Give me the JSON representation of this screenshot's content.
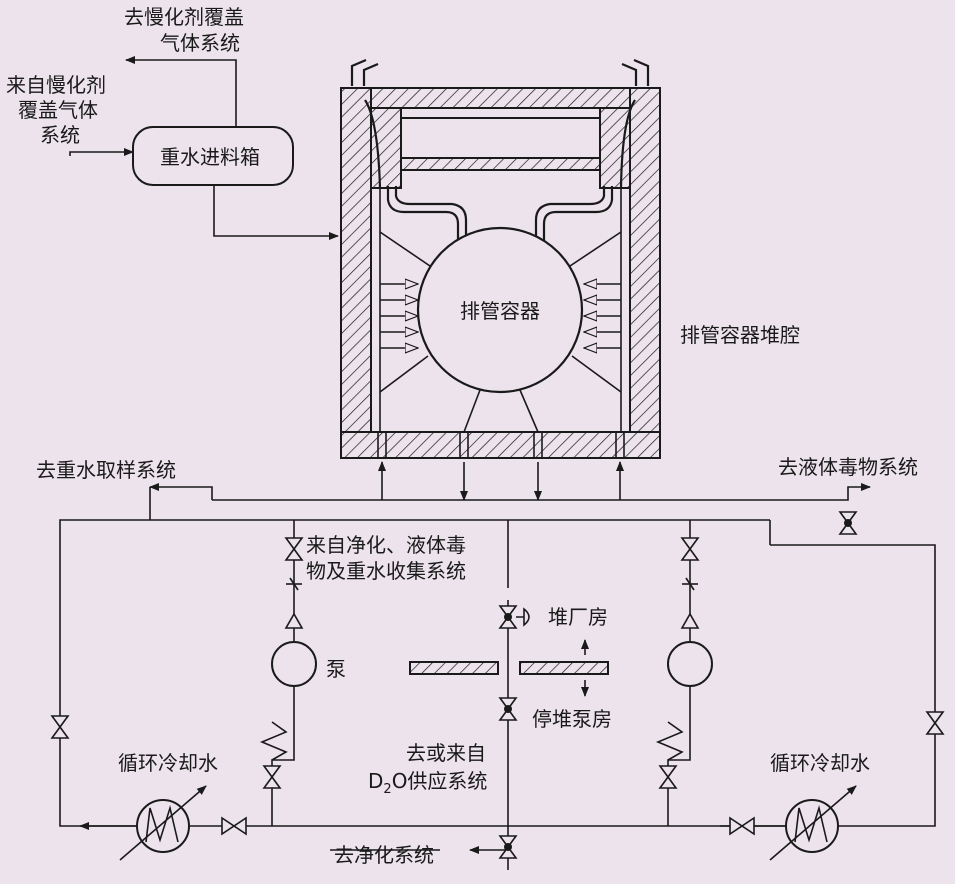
{
  "labels": {
    "moderator_cover_out_1": "去慢化剂覆盖",
    "moderator_cover_out_2": "气体系统",
    "moderator_cover_in_1": "来自慢化剂",
    "moderator_cover_in_2": "覆盖气体",
    "moderator_cover_in_3": "系统",
    "head_tank": "重水进料箱",
    "calandria": "排管容器",
    "calandria_vault": "排管容器堆腔",
    "to_sampling": "去重水取样系统",
    "to_poison": "去液体毒物系统",
    "from_purif_1": "来自净化、液体毒",
    "from_purif_2": "物及重水收集系统",
    "reactor_building": "堆厂房",
    "shutdown_pump_room": "停堆泵房",
    "pump": "泵",
    "cooling_water_left": "循环冷却水",
    "cooling_water_right": "循环冷却水",
    "d2o_supply_1": "去或来自",
    "d2o_supply_2_pre": "D",
    "d2o_supply_2_sub": "2",
    "d2o_supply_2_post": "O供应系统",
    "to_purification": "去净化系统"
  },
  "colors": {
    "line": "#1a1a1a",
    "background": "#ece3ec"
  }
}
